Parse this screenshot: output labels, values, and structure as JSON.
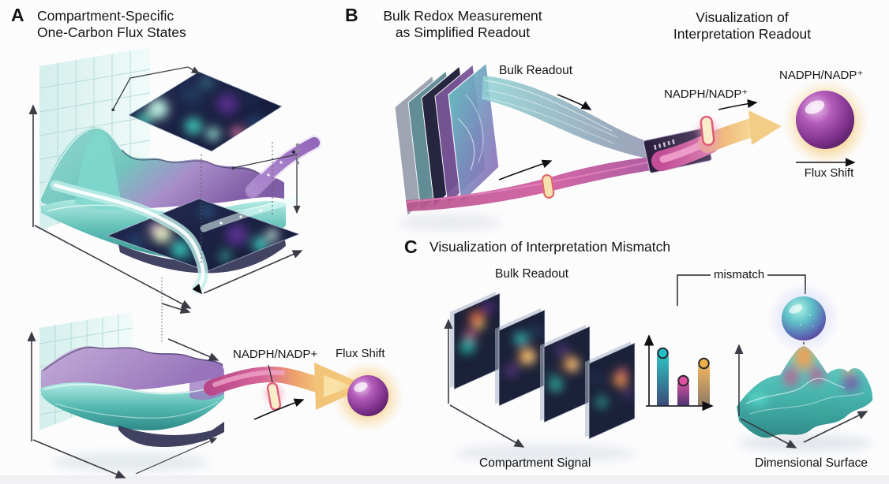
{
  "panel_a": {
    "label": "A",
    "title_line1": "Compartment-Specific",
    "title_line2": "One-Carbon Flux States",
    "nadph_label": "NADPH/NADP+",
    "flux_shift_label": "Flux Shift"
  },
  "panel_b": {
    "label": "B",
    "title_line1": "Bulk Redox Measurement",
    "title_line2": "as Simplified Readout",
    "readout_title_line1": "Visualization of",
    "readout_title_line2": "Interpretation Readout",
    "bulk_readout_label": "Bulk Readout",
    "flow_nadph_label": "NADPH/NADP⁺",
    "sphere_nadph_label": "NADPH/NADP⁺",
    "flux_shift_label": "Flux Shift"
  },
  "panel_c": {
    "label": "C",
    "title": "Visualization of Interpretation Mismatch",
    "bulk_readout_label": "Bulk Readout",
    "mismatch_label": "mismatch",
    "compartment_signal_label": "Compartment Signal",
    "dimensional_surface_label": "Dimensional Surface"
  },
  "chart_data": {
    "type": "bar",
    "x": [
      1,
      2,
      3
    ],
    "values": [
      68,
      33,
      55
    ],
    "ylim": [
      0,
      95
    ],
    "colors": [
      "#20c0c8",
      "#e050a0",
      "#f0b048"
    ],
    "title": "",
    "xlabel": "",
    "ylabel": ""
  },
  "colors": {
    "teal": "#4fc4ba",
    "purple": "#8a5aa8",
    "magenta": "#c9539a",
    "orange_arrow": "#f2c478",
    "heatmap_navy": "#1c2240",
    "sphere_purple": "#8a3d96",
    "sphere_teal": "#5aa8c8",
    "glow_orange": "#f2b45e",
    "ink": "#1a1a1e"
  }
}
